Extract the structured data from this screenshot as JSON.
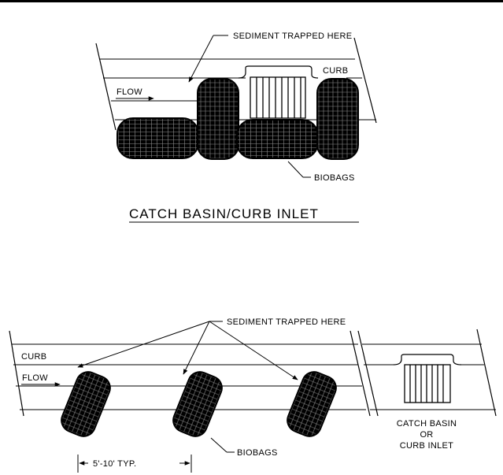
{
  "top_detail": {
    "sediment_label": "SEDIMENT TRAPPED HERE",
    "curb_label": "CURB",
    "flow_label": "FLOW",
    "biobags_label": "BIOBAGS",
    "title": "CATCH BASIN/CURB INLET"
  },
  "bottom_detail": {
    "sediment_label": "SEDIMENT TRAPPED HERE",
    "curb_label": "CURB",
    "flow_label": "FLOW",
    "biobags_label": "BIOBAGS",
    "spacing_label": "5'-10' TYP.",
    "inlet_label_line1": "CATCH BASIN",
    "inlet_label_line2": "OR",
    "inlet_label_line3": "CURB INLET"
  },
  "colors": {
    "line": "#000000",
    "background": "#ffffff"
  }
}
